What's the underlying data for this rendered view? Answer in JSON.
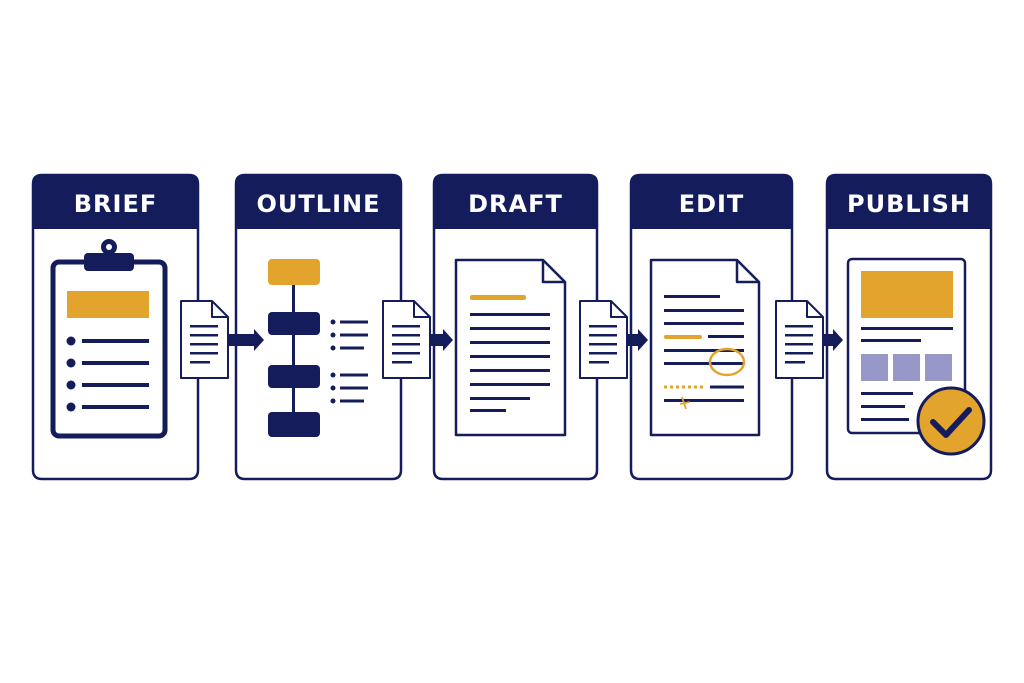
{
  "stages": [
    {
      "title": "BRIEF"
    },
    {
      "title": "OUTLINE"
    },
    {
      "title": "DRAFT"
    },
    {
      "title": "EDIT"
    },
    {
      "title": "PUBLISH"
    }
  ],
  "colors": {
    "navy": "#141c5c",
    "gold": "#e3a42d",
    "lavender": "#9797c8",
    "white": "#ffffff"
  },
  "icons": {
    "brief": "clipboard-checklist-icon",
    "outline": "outline-tree-icon",
    "draft": "text-document-icon",
    "edit": "edited-document-icon",
    "publish": "published-page-check-icon",
    "handoff": "document-arrow-icon"
  }
}
